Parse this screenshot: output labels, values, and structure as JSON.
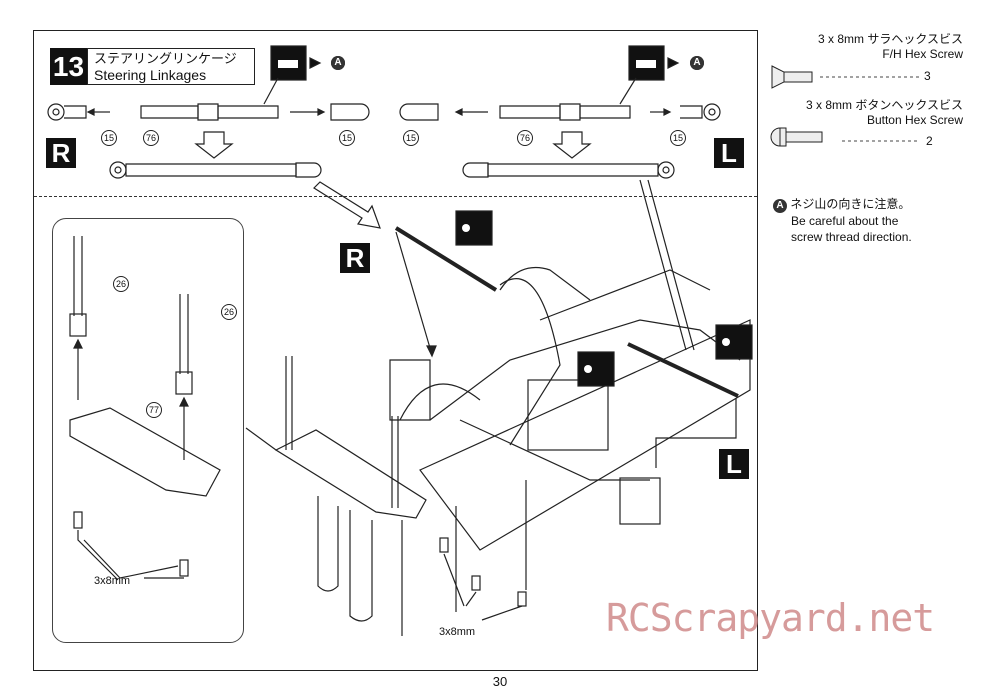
{
  "step": {
    "number": "13",
    "title_jp": "ステアリングリンケージ",
    "title_en": "Steering Linkages"
  },
  "sides": {
    "right": "R",
    "left": "L"
  },
  "note_marker": "A",
  "callouts": {
    "ball_end": "15",
    "turnbuckle": "76",
    "post": "26",
    "bumper": "77"
  },
  "parts_list": [
    {
      "label_jp": "3 x 8mm サラヘックスビス",
      "label_en": "F/H Hex Screw",
      "qty": "3",
      "icon": "flat-head-hex-screw-icon"
    },
    {
      "label_jp": "3 x 8mm ボタンヘックスビス",
      "label_en": "Button Hex Screw",
      "qty": "2",
      "icon": "button-head-hex-screw-icon"
    }
  ],
  "note": {
    "jp": "ネジ山の向きに注意。",
    "en_line1": "Be careful about the",
    "en_line2": "screw thread direction."
  },
  "screw_label": "3x8mm",
  "page_number": "30",
  "watermark": "RCScrapyard.net"
}
